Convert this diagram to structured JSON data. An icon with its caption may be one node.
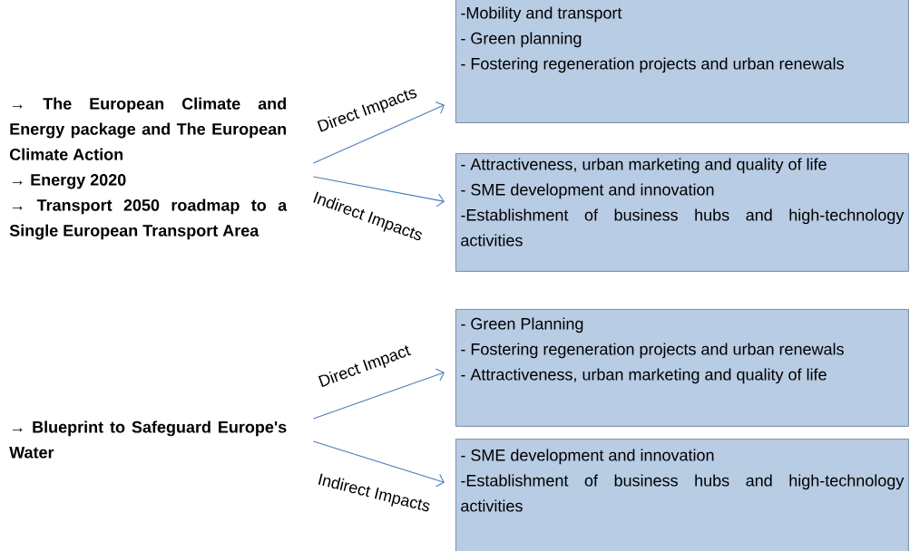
{
  "diagram": {
    "nodes": [
      {
        "text": [
          "→ The European Climate and Energy package and The European Climate Action",
          "→ Energy 2020",
          "→ Transport 2050 roadmap to a Single European Transport Area"
        ]
      },
      {
        "text": [
          "→ Blueprint to Safeguard Europe's Water"
        ]
      },
      {
        "text": [
          "-Mobility and transport",
          "- Green planning",
          "- Fostering regeneration projects and urban renewals"
        ]
      },
      {
        "text": [
          "- Attractiveness, urban marketing and quality of life",
          "- SME development and innovation",
          "-Establishment of business hubs and high-technology activities"
        ]
      },
      {
        "text": [
          "-  Green Planning",
          "- Fostering regeneration projects and urban renewals",
          "- Attractiveness, urban marketing and quality of life"
        ]
      },
      {
        "text": [
          "- SME development and innovation",
          "-Establishment of business hubs and high-technology activities"
        ]
      }
    ],
    "edges": [
      {
        "from": 0,
        "to": 2,
        "arrow": "to",
        "label": "Direct Impacts"
      },
      {
        "from": 0,
        "to": 3,
        "arrow": "to",
        "label": "Indirect Impacts"
      },
      {
        "from": 1,
        "to": 4,
        "arrow": "to",
        "label": "Direct Impact"
      },
      {
        "from": 1,
        "to": 5,
        "arrow": "to",
        "label": "Indirect Impacts"
      }
    ]
  }
}
